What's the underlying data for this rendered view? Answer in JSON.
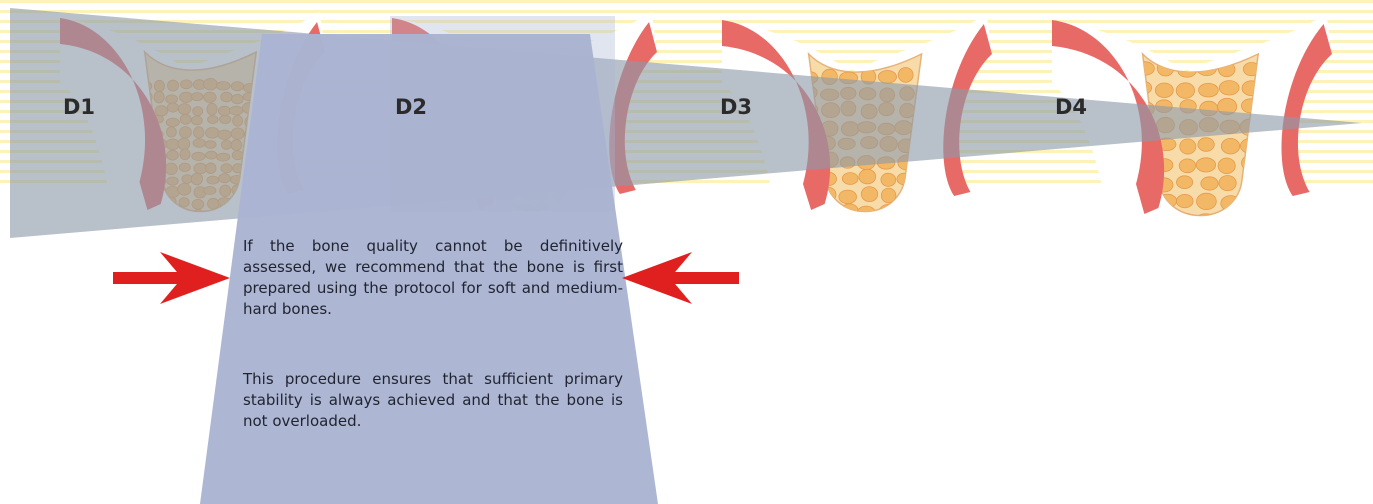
{
  "labels": {
    "d1": "D1",
    "d2": "D2",
    "d3": "D3",
    "d4": "D4"
  },
  "text": {
    "paragraph1": "If the bone quality cannot be definitively assessed, we recommend that the bone is first prepared using the protocol for soft and medium-hard bones.",
    "paragraph2": "This procedure ensures that sufficient primary stability is always achieved and that the bone is not overloaded."
  },
  "colors": {
    "cortical": "#e86a66",
    "cancellous_fill": "#f7dcaa",
    "trabecula": "#f3b866",
    "wedge": "#8d9aa9",
    "highlight_band": "#aab4d2",
    "arrow": "#e0201e",
    "stripe": "#fdf3b8"
  }
}
